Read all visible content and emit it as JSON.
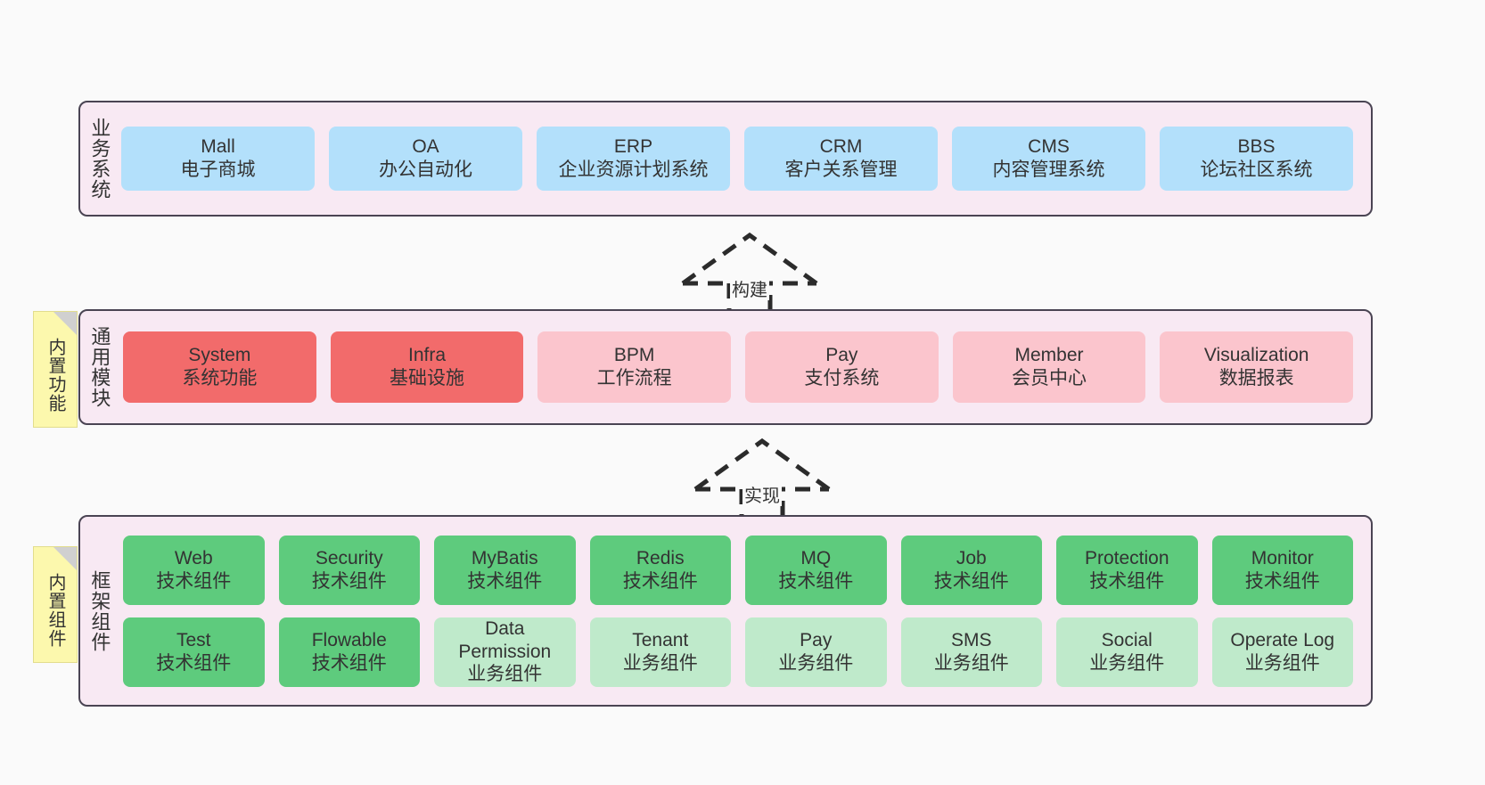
{
  "canvas": {
    "background": "#fafafa",
    "panel_background": "#f8e9f3",
    "panel_border": "#4a4453",
    "note_background": "#fcf8ad"
  },
  "notes": [
    {
      "id": "built-in-features",
      "label": "内置功能"
    },
    {
      "id": "built-in-components",
      "label": "内置组件"
    }
  ],
  "connectors": [
    {
      "id": "build",
      "label": "构建",
      "style": "dashed-generalization-up"
    },
    {
      "id": "implement",
      "label": "实现",
      "style": "dashed-generalization-up"
    }
  ],
  "layers": [
    {
      "id": "business-system",
      "title": "业务系统",
      "rows": [
        {
          "cells": [
            {
              "name": "Mall",
              "desc": "电子商城",
              "color": "#b3e0fb",
              "variant": "c-blue"
            },
            {
              "name": "OA",
              "desc": "办公自动化",
              "color": "#b3e0fb",
              "variant": "c-blue"
            },
            {
              "name": "ERP",
              "desc": "企业资源计划系统",
              "color": "#b3e0fb",
              "variant": "c-blue"
            },
            {
              "name": "CRM",
              "desc": "客户关系管理",
              "color": "#b3e0fb",
              "variant": "c-blue"
            },
            {
              "name": "CMS",
              "desc": "内容管理系统",
              "color": "#b3e0fb",
              "variant": "c-blue"
            },
            {
              "name": "BBS",
              "desc": "论坛社区系统",
              "color": "#b3e0fb",
              "variant": "c-blue"
            }
          ]
        }
      ]
    },
    {
      "id": "common-module",
      "title": "通用模块",
      "rows": [
        {
          "cells": [
            {
              "name": "System",
              "desc": "系统功能",
              "color": "#f26b6b",
              "variant": "c-red"
            },
            {
              "name": "Infra",
              "desc": "基础设施",
              "color": "#f26b6b",
              "variant": "c-red"
            },
            {
              "name": "BPM",
              "desc": "工作流程",
              "color": "#fbc5cd",
              "variant": "c-pink"
            },
            {
              "name": "Pay",
              "desc": "支付系统",
              "color": "#fbc5cd",
              "variant": "c-pink"
            },
            {
              "name": "Member",
              "desc": "会员中心",
              "color": "#fbc5cd",
              "variant": "c-pink"
            },
            {
              "name": "Visualization",
              "desc": "数据报表",
              "color": "#fbc5cd",
              "variant": "c-pink"
            }
          ]
        }
      ]
    },
    {
      "id": "framework-component",
      "title": "框架组件",
      "rows": [
        {
          "cells": [
            {
              "name": "Web",
              "desc": "技术组件",
              "color": "#5ecb7d",
              "variant": "c-green"
            },
            {
              "name": "Security",
              "desc": "技术组件",
              "color": "#5ecb7d",
              "variant": "c-green"
            },
            {
              "name": "MyBatis",
              "desc": "技术组件",
              "color": "#5ecb7d",
              "variant": "c-green"
            },
            {
              "name": "Redis",
              "desc": "技术组件",
              "color": "#5ecb7d",
              "variant": "c-green"
            },
            {
              "name": "MQ",
              "desc": "技术组件",
              "color": "#5ecb7d",
              "variant": "c-green"
            },
            {
              "name": "Job",
              "desc": "技术组件",
              "color": "#5ecb7d",
              "variant": "c-green"
            },
            {
              "name": "Protection",
              "desc": "技术组件",
              "color": "#5ecb7d",
              "variant": "c-green"
            },
            {
              "name": "Monitor",
              "desc": "技术组件",
              "color": "#5ecb7d",
              "variant": "c-green"
            }
          ]
        },
        {
          "cells": [
            {
              "name": "Test",
              "desc": "技术组件",
              "color": "#5ecb7d",
              "variant": "c-green"
            },
            {
              "name": "Flowable",
              "desc": "技术组件",
              "color": "#5ecb7d",
              "variant": "c-green"
            },
            {
              "name": "Data Permission",
              "desc": "业务组件",
              "color": "#bfeacb",
              "variant": "c-lightgreen"
            },
            {
              "name": "Tenant",
              "desc": "业务组件",
              "color": "#bfeacb",
              "variant": "c-lightgreen"
            },
            {
              "name": "Pay",
              "desc": "业务组件",
              "color": "#bfeacb",
              "variant": "c-lightgreen"
            },
            {
              "name": "SMS",
              "desc": "业务组件",
              "color": "#bfeacb",
              "variant": "c-lightgreen"
            },
            {
              "name": "Social",
              "desc": "业务组件",
              "color": "#bfeacb",
              "variant": "c-lightgreen"
            },
            {
              "name": "Operate Log",
              "desc": "业务组件",
              "color": "#bfeacb",
              "variant": "c-lightgreen"
            }
          ]
        }
      ]
    }
  ]
}
